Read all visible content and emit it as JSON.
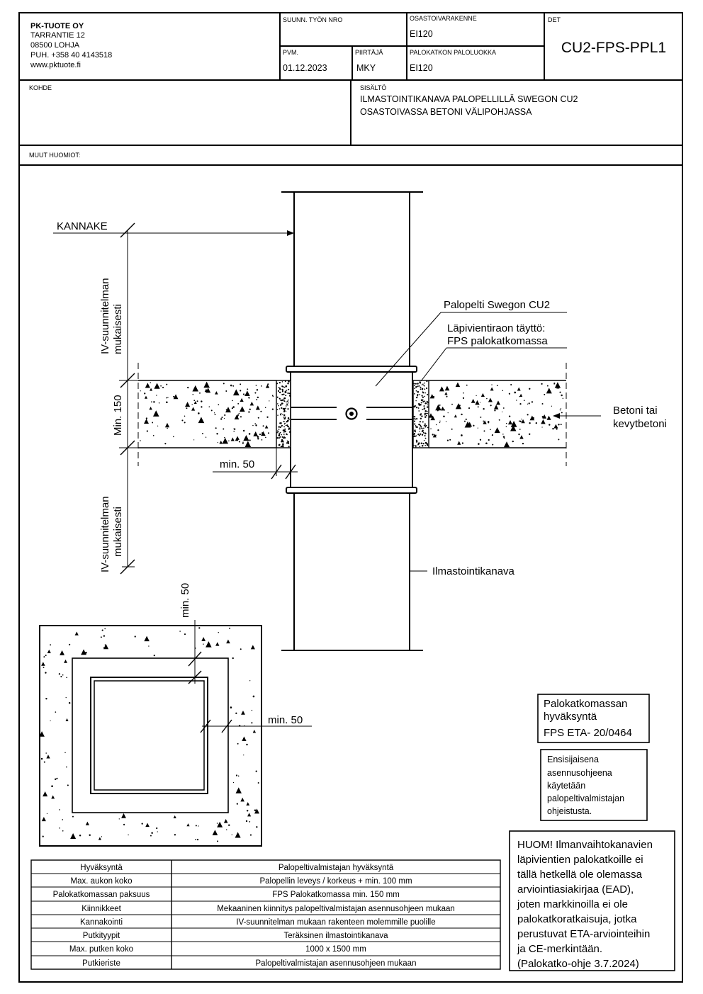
{
  "title_block": {
    "company_name": "PK-TUOTE OY",
    "company_street": "TARRANTIE 12",
    "company_postal": "08500 LOHJA",
    "company_phone": "PUH. +358 40 4143518",
    "company_web": "www.pktuote.fi",
    "work_number_label": "SUUNN. TYÖN NRO",
    "work_number_value": "",
    "compartment_label": "OSASTOIVARAKENNE",
    "compartment_value": "EI120",
    "det_label": "DET",
    "det_value": "CU2-FPS-PPL1",
    "date_label": "PVM.",
    "date_value": "01.12.2023",
    "drawer_label": "PIIRTÄJÄ",
    "drawer_value": "MKY",
    "fire_class_label": "PALOKATKON PALOLUOKKA",
    "fire_class_value": "EI120",
    "kohde_label": "KOHDE",
    "kohde_value": "",
    "content_label": "SISÄLTÖ",
    "content_line1": "ILMASTOINTIKANAVA PALOPELLILLÄ SWEGON CU2",
    "content_line2": "OSASTOIVASSA BETONI VÄLIPOHJASSA",
    "notes_label": "MUUT HUOMIOT:",
    "notes_value": ""
  },
  "drawing": {
    "kannake": "KANNAKE",
    "iv_plan_line1": "IV-suunnitelman",
    "iv_plan_line2": "mukaisesti",
    "min_150": "Min. 150",
    "min_50": "min. 50",
    "damper": "Palopelti Swegon CU2",
    "fill_line1": "Läpivientiraon täyttö:",
    "fill_line2": "FPS palokatkomassa",
    "concrete_line1": "Betoni tai",
    "concrete_line2": "kevytbetoni",
    "duct": "Ilmastointikanava"
  },
  "notes": {
    "approval_line1": "Palokatkomassan",
    "approval_line2": "hyväksyntä",
    "approval_line3": "FPS ETA- 20/0464",
    "priority_lines": [
      "Ensisijaisena",
      "asennusohjeena",
      "käytetään",
      "palopeltivalmistajan",
      "ohjeistusta."
    ],
    "huom_lines": [
      "HUOM! Ilmanvaihtokanavien",
      "läpivientien palokatkoille ei",
      "tällä hetkellä ole olemassa",
      "arviointiasiakirjaa (EAD),",
      "joten markkinoilla ei ole",
      "palokatkoratkaisuja, jotka",
      "perustuvat ETA-arviointeihin",
      "ja CE-merkintään.",
      "(Palokatko-ohje 3.7.2024)"
    ]
  },
  "spec_table": [
    {
      "key": "Hyväksyntä",
      "value": "Palopeltivalmistajan hyväksyntä"
    },
    {
      "key": "Max. aukon koko",
      "value": "Palopellin leveys / korkeus + min. 100 mm"
    },
    {
      "key": "Palokatkomassan paksuus",
      "value": "FPS Palokatkomassa min. 150 mm"
    },
    {
      "key": "Kiinnikkeet",
      "value": "Mekaaninen kiinnitys palopeltivalmistajan asennusohjeen mukaan"
    },
    {
      "key": "Kannakointi",
      "value": "IV-suunnitelman mukaan rakenteen molemmille puolille"
    },
    {
      "key": "Putkityypit",
      "value": "Teräksinen ilmastointikanava"
    },
    {
      "key": "Max. putken koko",
      "value": "1000 x 1500 mm"
    },
    {
      "key": "Putkieriste",
      "value": "Palopeltivalmistajan asennusohjeen mukaan"
    }
  ]
}
